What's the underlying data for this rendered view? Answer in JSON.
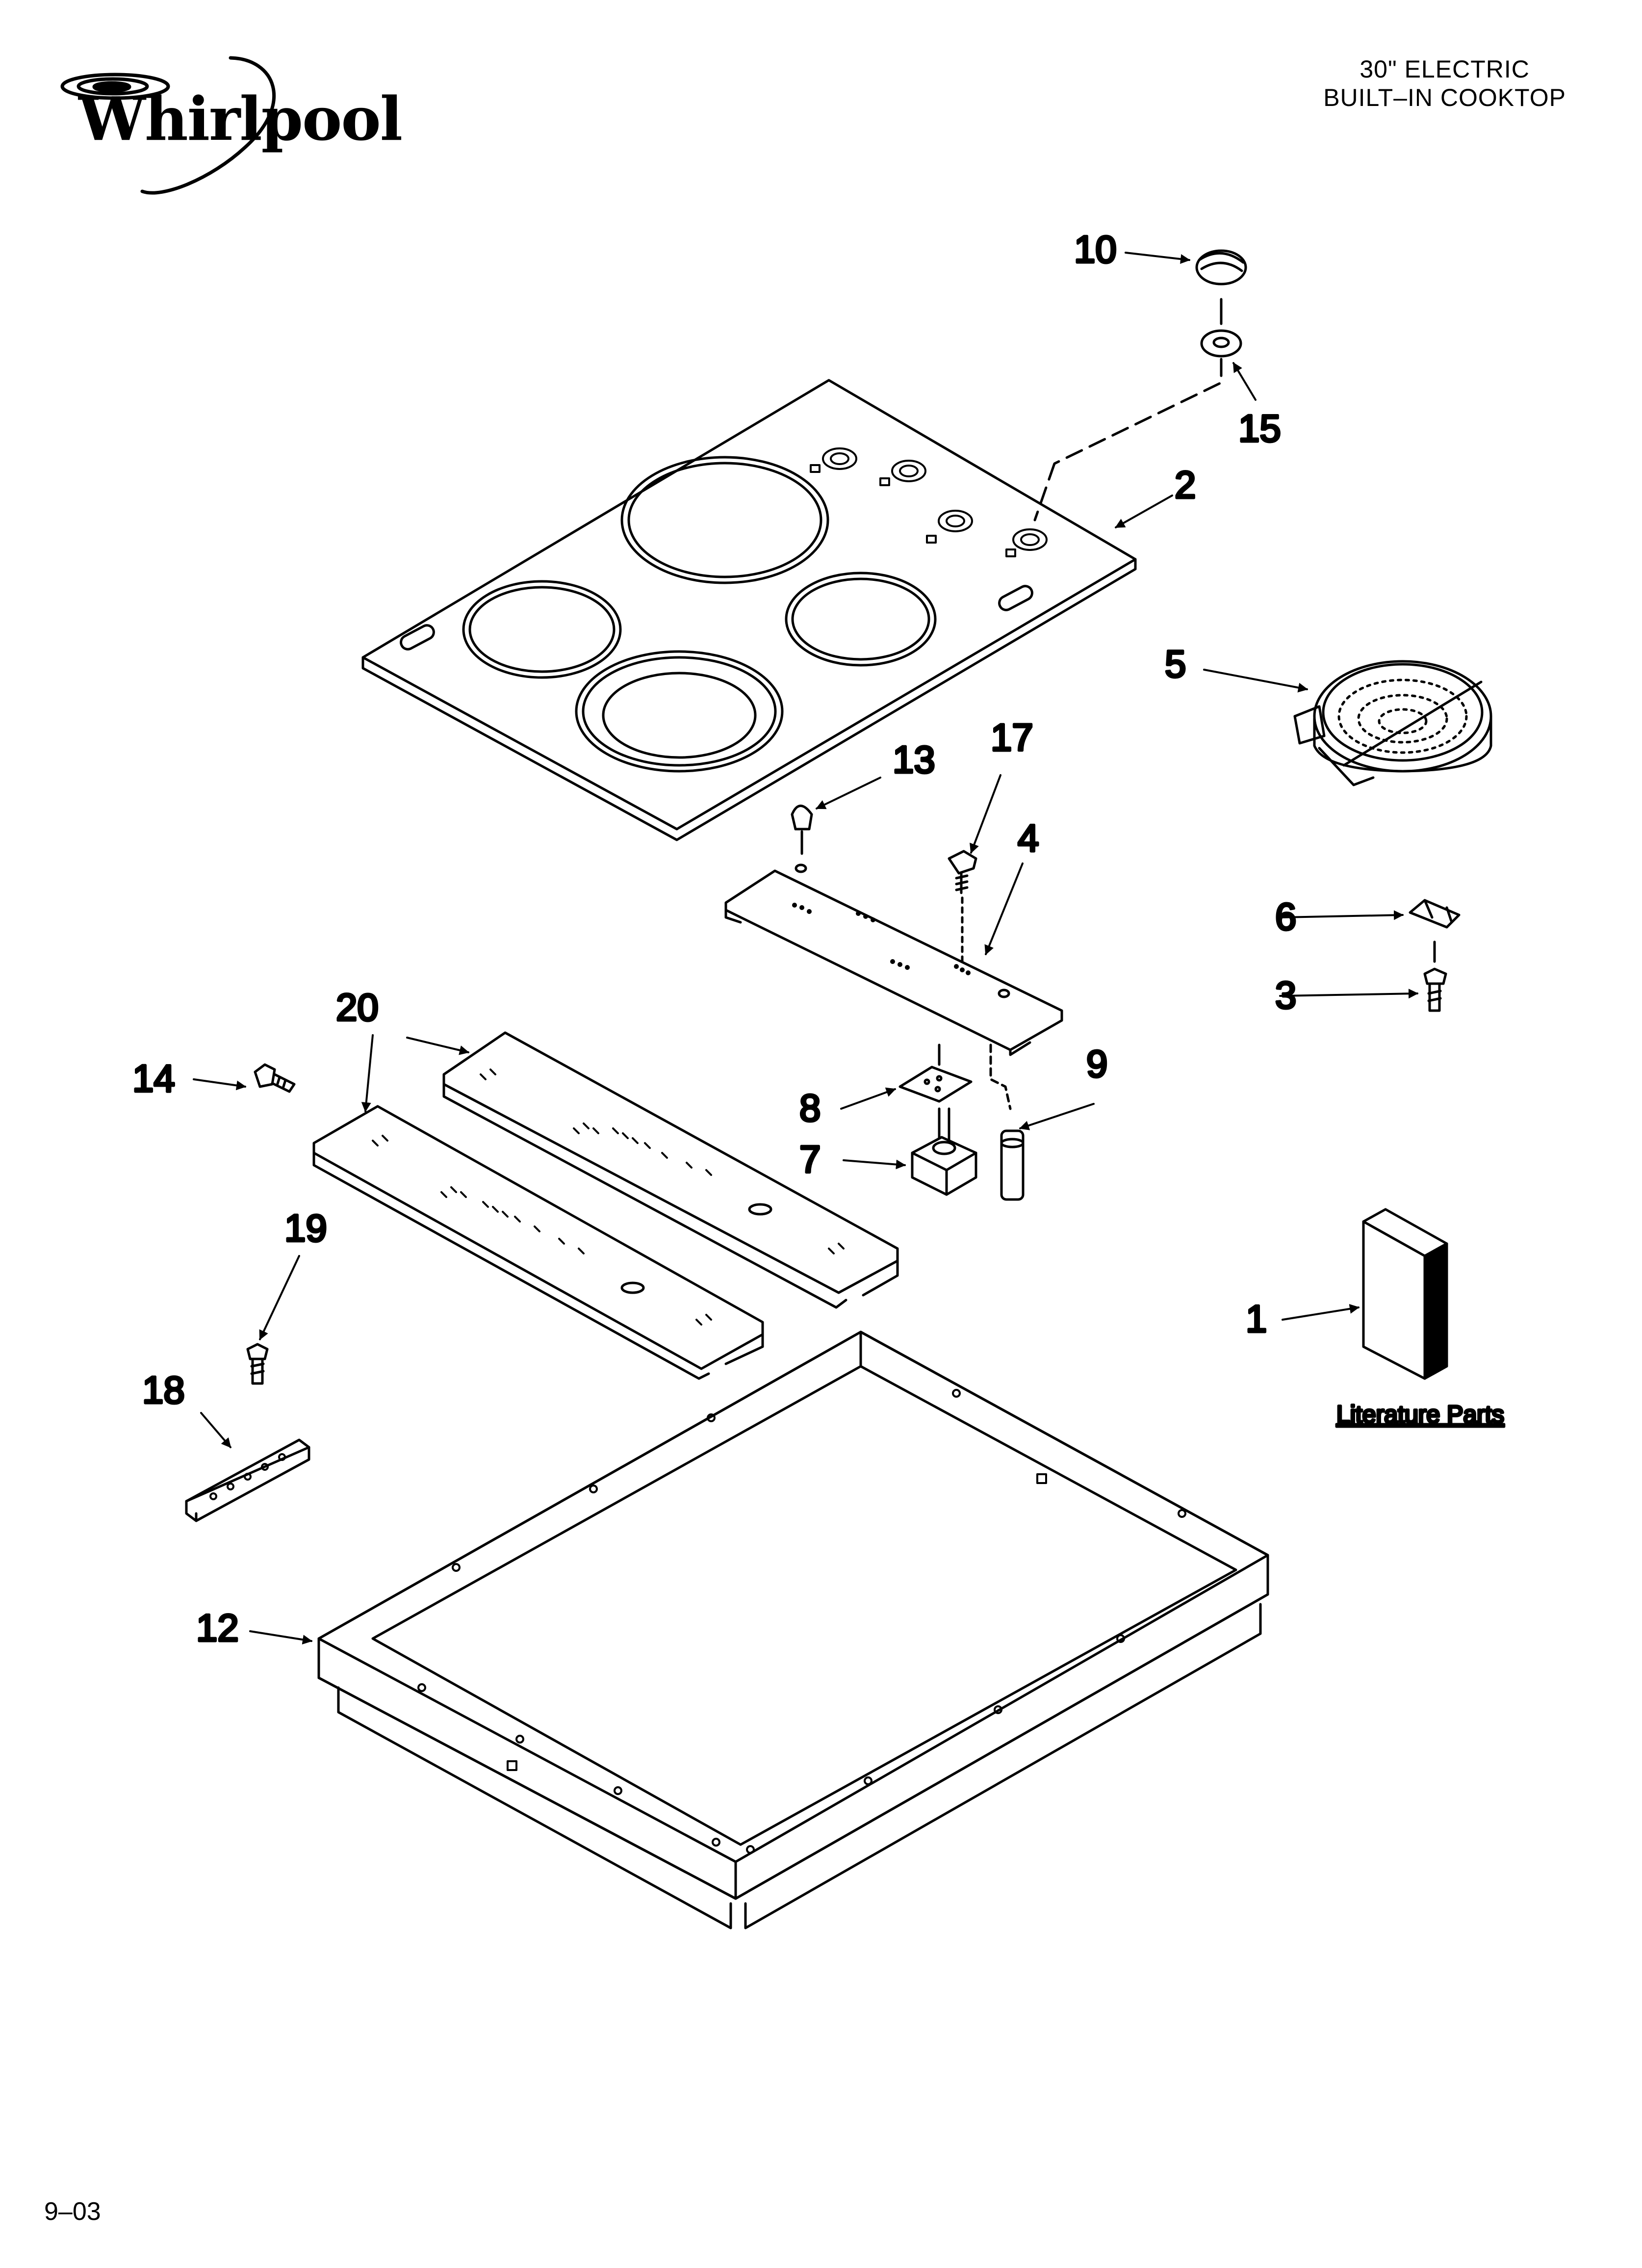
{
  "brand": "Whirlpool",
  "header": {
    "line1": "30\" ELECTRIC",
    "line2": "BUILT–IN COOKTOP"
  },
  "footer": {
    "date": "9–03"
  },
  "literature_label": "Literature Parts",
  "callouts": {
    "c1": "1",
    "c2": "2",
    "c3": "3",
    "c4": "4",
    "c5": "5",
    "c6": "6",
    "c7": "7",
    "c8": "8",
    "c9": "9",
    "c10": "10",
    "c12": "12",
    "c13": "13",
    "c14": "14",
    "c15": "15",
    "c17": "17",
    "c18": "18",
    "c19": "19",
    "c20": "20"
  }
}
